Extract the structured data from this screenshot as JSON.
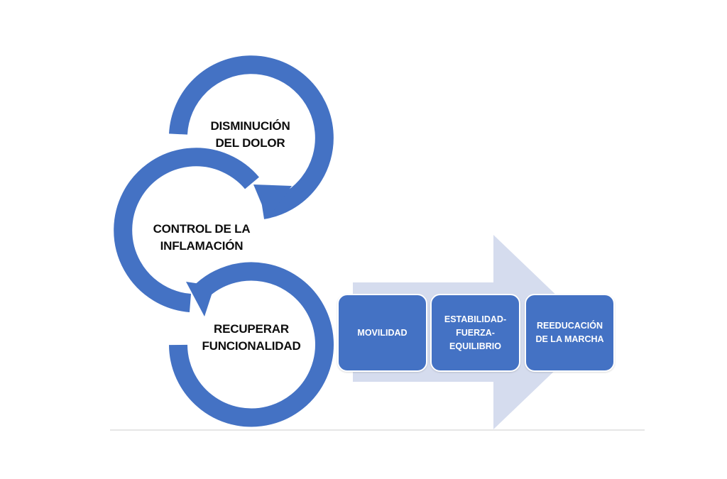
{
  "colors": {
    "arc_blue": "#4472c4",
    "big_arrow": "#d5dcee",
    "box_fill": "#4472c4",
    "box_text": "#ffffff",
    "label_text": "#0d0d0d",
    "baseline": "#cccccc"
  },
  "cycle": [
    {
      "lines": [
        "DISMINUCIÓN",
        "DEL DOLOR"
      ]
    },
    {
      "lines": [
        "CONTROL DE LA",
        "INFLAMACIÓN"
      ]
    },
    {
      "lines": [
        "RECUPERAR",
        "FUNCIONALIDAD"
      ]
    }
  ],
  "steps": [
    {
      "lines": [
        "MOVILIDAD"
      ]
    },
    {
      "lines": [
        "ESTABILIDAD-",
        "FUERZA-",
        "EQUILIBRIO"
      ]
    },
    {
      "lines": [
        "REEDUCACIÓN",
        "DE LA MARCHA"
      ]
    }
  ]
}
